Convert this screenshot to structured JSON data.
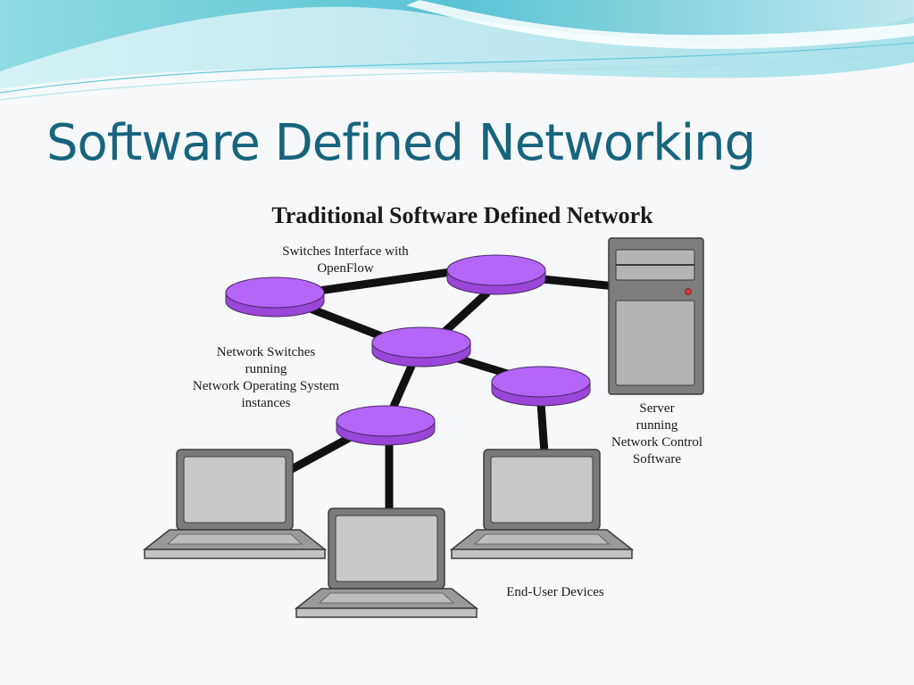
{
  "slide": {
    "title": "Software Defined Networking",
    "subtitle": "Traditional Software Defined Network"
  },
  "labels": {
    "switches_openflow": [
      "Switches Interface with",
      "OpenFlow"
    ],
    "network_switches": [
      "Network Switches",
      "running",
      "Network Operating System",
      "instances"
    ],
    "server": [
      "Server",
      "running",
      "Network Control",
      "Software"
    ],
    "end_user": "End-User Devices"
  },
  "colors": {
    "title": "#17647e",
    "switch_fill": "#b565f5",
    "switch_side": "#9a46d8",
    "link": "#111111",
    "device_gray": "#7b7b7b",
    "screen_gray": "#c8c8c8",
    "banner_dark": "#5cc6d6",
    "banner_light": "#bfe9ee"
  },
  "icons": [
    "network-switch-icon",
    "server-tower-icon",
    "laptop-icon"
  ]
}
